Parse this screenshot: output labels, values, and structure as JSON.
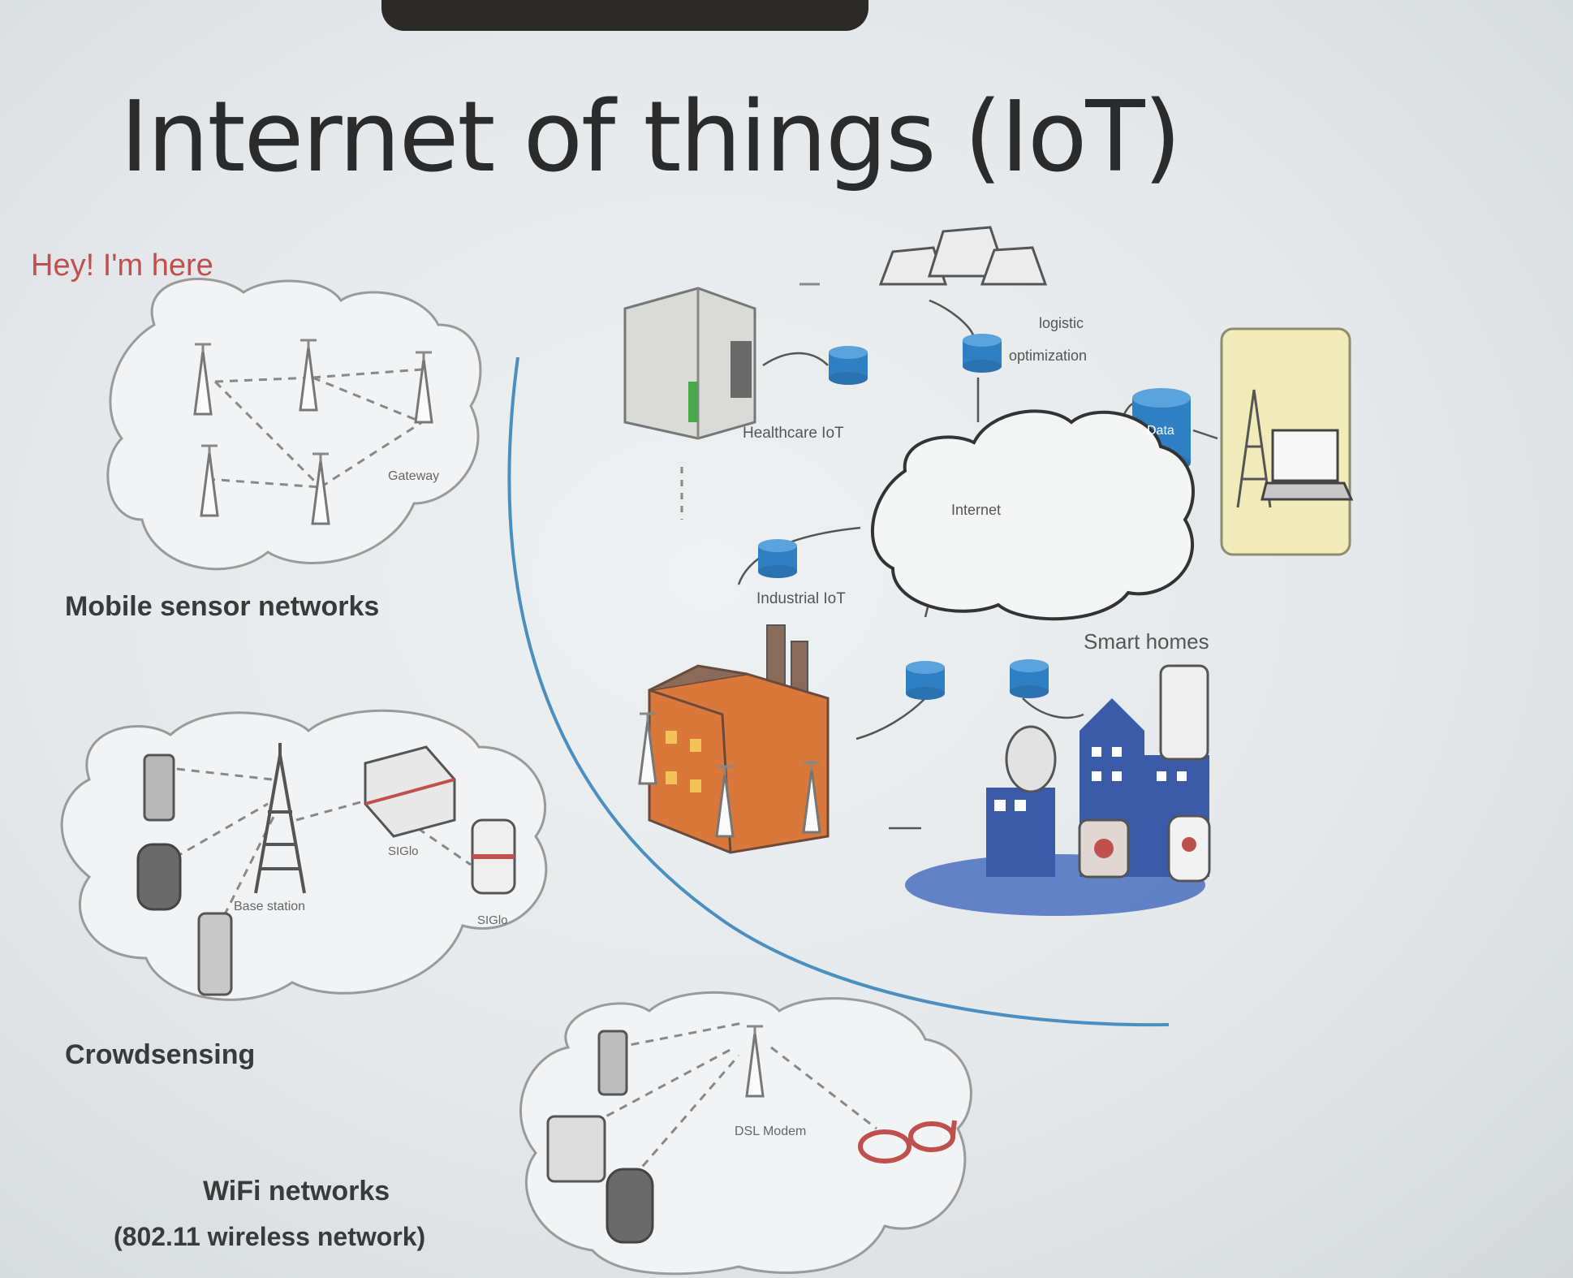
{
  "slide": {
    "title": "Internet of things (IoT)"
  },
  "callout": {
    "text": "Hey! I'm here",
    "color": "#c0504d"
  },
  "panels": {
    "mobile_sensor": {
      "caption": "Mobile sensor networks",
      "gateway": "Gateway"
    },
    "crowdsensing": {
      "caption": "Crowdsensing",
      "base_station": "Base station",
      "node_a": "SIGlo",
      "node_b": "SIGlo"
    },
    "wifi": {
      "caption_line1": "WiFi networks",
      "caption_line2": "(802.11 wireless network)",
      "modem": "DSL Modem"
    }
  },
  "iot": {
    "logistic_line1": "logistic",
    "logistic_line2": "optimization",
    "healthcare": "Healthcare IoT",
    "internet": "Internet",
    "server_db": "Data",
    "industrial": "Industrial IoT",
    "smart_homes": "Smart homes"
  },
  "colors": {
    "arc": "#4a8fc0",
    "db_blue": "#2f7fc4",
    "server_panel": "#f0ebb8",
    "city_blue": "#3b5aa8",
    "factory_orange": "#d9783a"
  }
}
